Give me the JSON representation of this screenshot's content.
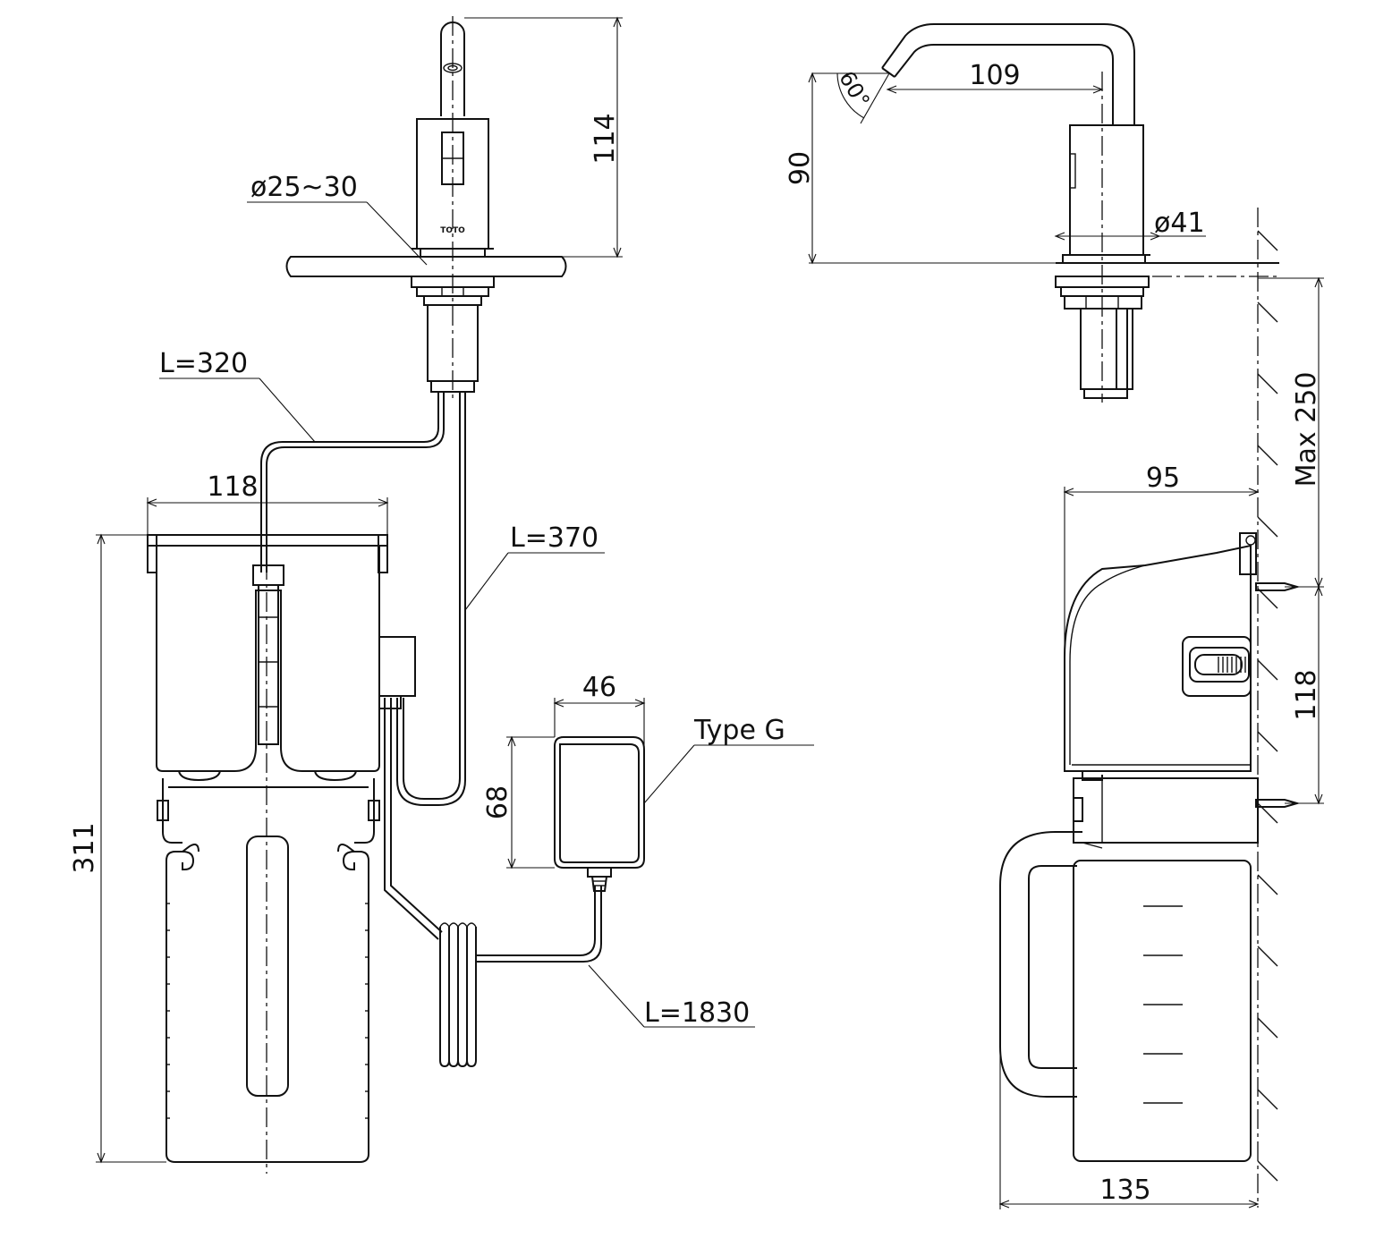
{
  "brand": {
    "logo": "TOTO"
  },
  "dimensions": {
    "faucet_height": "114",
    "hole_diameter": "ø25~30",
    "cable_sensor": "L=320",
    "cable_valve": "L=370",
    "box_width": "118",
    "box_height": "311",
    "adapter_width": "46",
    "adapter_height": "68",
    "adapter_type": "Type G",
    "cable_power": "L=1830",
    "spout_reach": "109",
    "spout_angle": "60°",
    "spout_height": "90",
    "body_diameter": "ø41",
    "mount_depth_max": "Max 250",
    "box_depth": "95",
    "bracket_spacing": "118",
    "tank_depth": "135"
  }
}
